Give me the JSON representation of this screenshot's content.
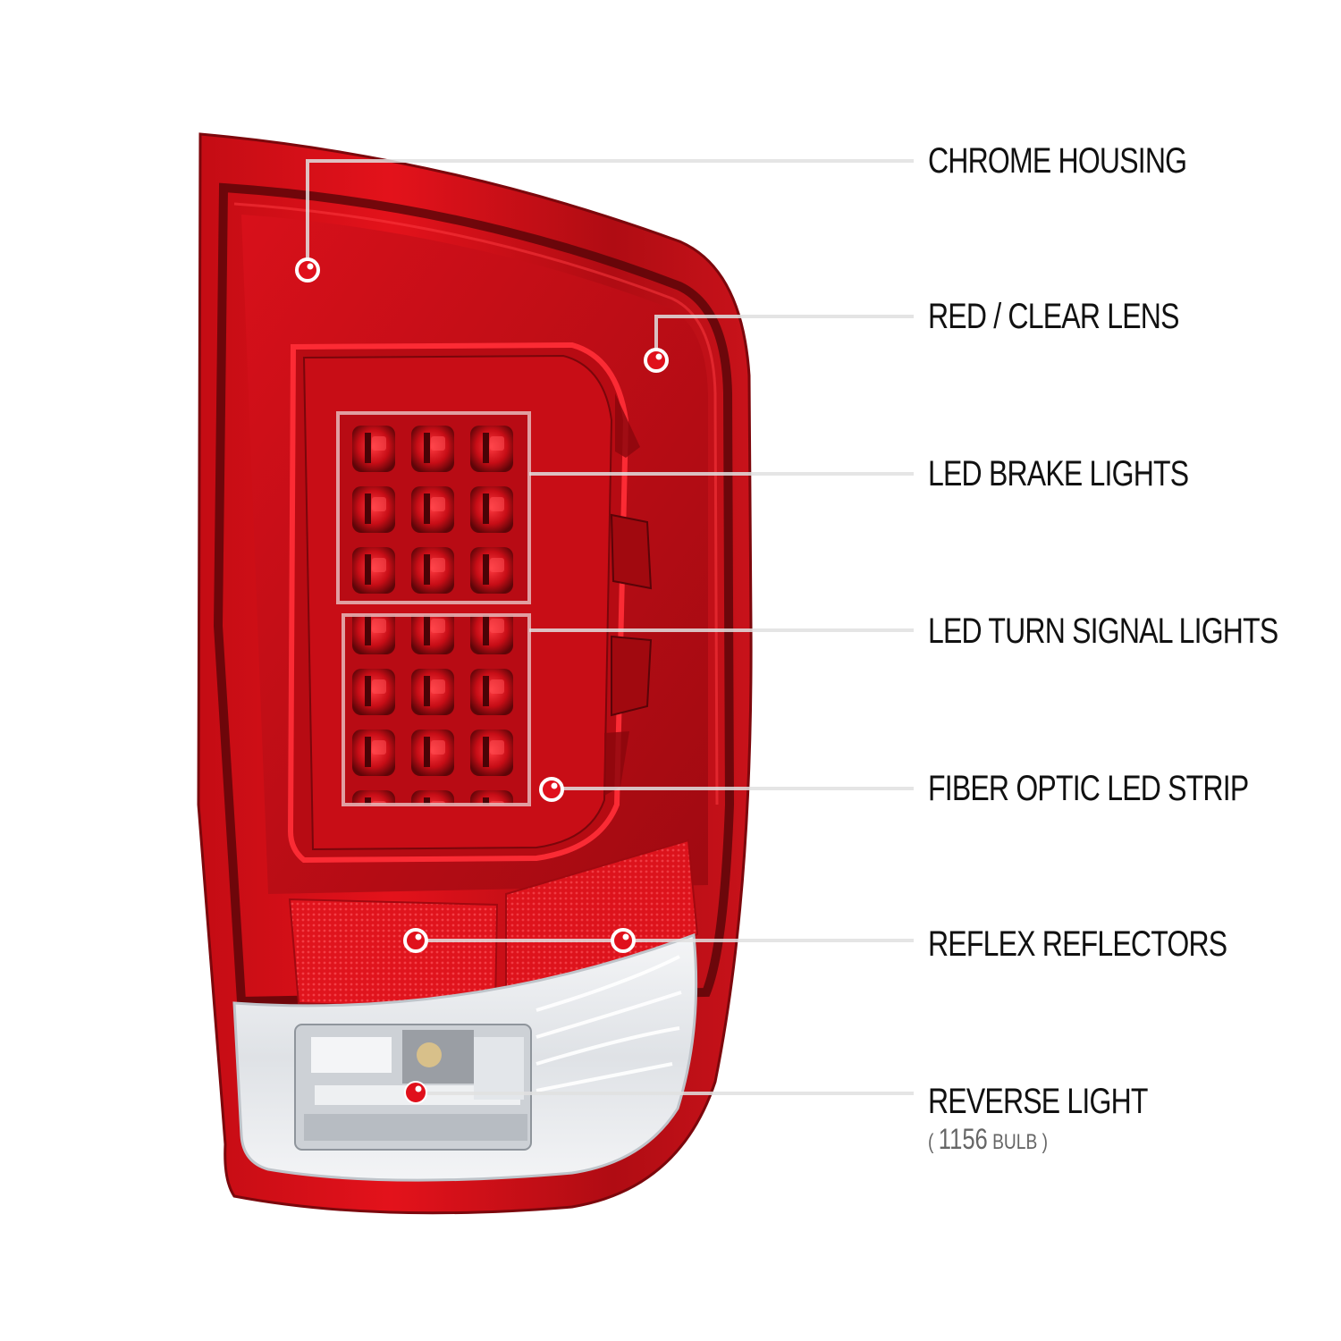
{
  "diagram": {
    "subject": "LED tail light",
    "colors": {
      "lens_red": "#d9101a",
      "lens_dark": "#8e0a10",
      "clear_lens": "#e9ecef",
      "callout_dot": "#e0101b",
      "leader_line": "#d6d6d6",
      "label_text": "#111111",
      "sublabel_text": "#666666"
    },
    "callouts": [
      {
        "label": "CHROME HOUSING"
      },
      {
        "label": "RED / CLEAR LENS"
      },
      {
        "label": "LED BRAKE LIGHTS"
      },
      {
        "label": "LED TURN SIGNAL LIGHTS"
      },
      {
        "label": "FIBER OPTIC LED STRIP"
      },
      {
        "label": "REFLEX REFLECTORS"
      },
      {
        "label": "REVERSE LIGHT",
        "note_open": "( ",
        "note_value": "1156",
        "note_unit": " BULB",
        "note_close": " )"
      }
    ]
  }
}
